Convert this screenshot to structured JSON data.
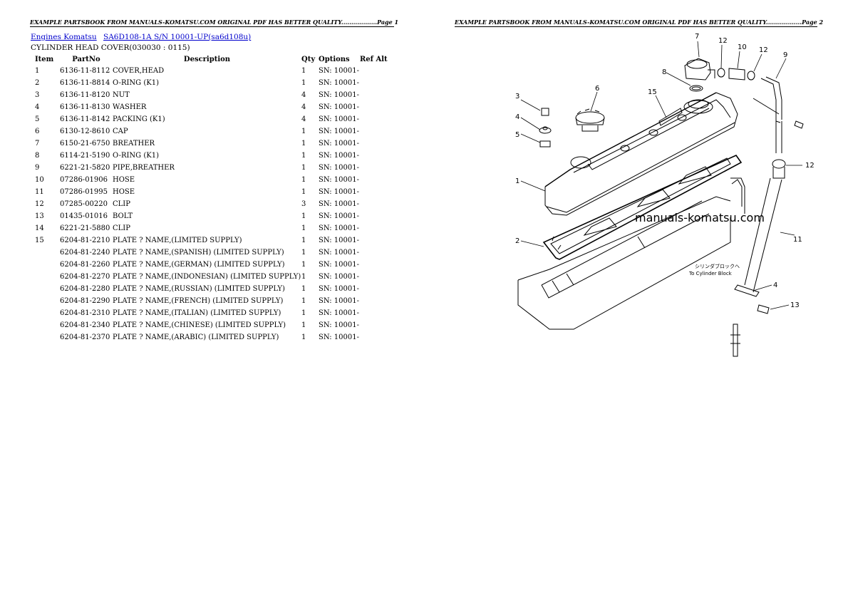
{
  "page1": {
    "header": "EXAMPLE PARTSBOOK FROM MANUALS-KOMATSU.COM ORIGINAL PDF HAS BETTER QUALITY..................Page 1",
    "breadcrumb": [
      {
        "label": "Engines Komatsu"
      },
      {
        "label": "SA6D108-1A S/N 10001-UP(sa6d108u)"
      }
    ],
    "subtitle": "CYLINDER HEAD COVER(030030 : 0115)",
    "table": {
      "headers": [
        "Item",
        "PartNo",
        "Description",
        "Qty",
        "Options",
        "Ref Alt"
      ],
      "rows": [
        {
          "item": "1",
          "part": "6136-11-8112",
          "desc": "COVER,HEAD",
          "qty": "1",
          "opt": "SN: 10001-"
        },
        {
          "item": "2",
          "part": "6136-11-8814",
          "desc": "O-RING (K1)",
          "qty": "1",
          "opt": "SN: 10001-"
        },
        {
          "item": "3",
          "part": "6136-11-8120",
          "desc": "NUT",
          "qty": "4",
          "opt": "SN: 10001-"
        },
        {
          "item": "4",
          "part": "6136-11-8130",
          "desc": "WASHER",
          "qty": "4",
          "opt": "SN: 10001-"
        },
        {
          "item": "5",
          "part": "6136-11-8142",
          "desc": "PACKING (K1)",
          "qty": "4",
          "opt": "SN: 10001-"
        },
        {
          "item": "6",
          "part": "6130-12-8610",
          "desc": "CAP",
          "qty": "1",
          "opt": "SN: 10001-"
        },
        {
          "item": "7",
          "part": "6150-21-6750",
          "desc": "BREATHER",
          "qty": "1",
          "opt": "SN: 10001-"
        },
        {
          "item": "8",
          "part": "6114-21-5190",
          "desc": "O-RING (K1)",
          "qty": "1",
          "opt": "SN: 10001-"
        },
        {
          "item": "9",
          "part": "6221-21-5820",
          "desc": "PIPE,BREATHER",
          "qty": "1",
          "opt": "SN: 10001-"
        },
        {
          "item": "10",
          "part": "07286-01906",
          "desc": "HOSE",
          "qty": "1",
          "opt": "SN: 10001-"
        },
        {
          "item": "11",
          "part": "07286-01995",
          "desc": "HOSE",
          "qty": "1",
          "opt": "SN: 10001-"
        },
        {
          "item": "12",
          "part": "07285-00220",
          "desc": "CLIP",
          "qty": "3",
          "opt": "SN: 10001-"
        },
        {
          "item": "13",
          "part": "01435-01016",
          "desc": "BOLT",
          "qty": "1",
          "opt": "SN: 10001-"
        },
        {
          "item": "14",
          "part": "6221-21-5880",
          "desc": "CLIP",
          "qty": "1",
          "opt": "SN: 10001-"
        },
        {
          "item": "15",
          "part": "6204-81-2210",
          "desc": "PLATE ? NAME,(LIMITED SUPPLY)",
          "qty": "1",
          "opt": "SN: 10001-"
        },
        {
          "item": "",
          "part": "6204-81-2240",
          "desc": "PLATE ? NAME,(SPANISH) (LIMITED SUPPLY)",
          "qty": "1",
          "opt": "SN: 10001-"
        },
        {
          "item": "",
          "part": "6204-81-2260",
          "desc": "PLATE ? NAME,(GERMAN) (LIMITED SUPPLY)",
          "qty": "1",
          "opt": "SN: 10001-"
        },
        {
          "item": "",
          "part": "6204-81-2270",
          "desc": "PLATE ? NAME,(INDONESIAN) (LIMITED SUPPLY)",
          "qty": "1",
          "opt": "SN: 10001-"
        },
        {
          "item": "",
          "part": "6204-81-2280",
          "desc": "PLATE ? NAME,(RUSSIAN) (LIMITED SUPPLY)",
          "qty": "1",
          "opt": "SN: 10001-"
        },
        {
          "item": "",
          "part": "6204-81-2290",
          "desc": "PLATE ? NAME,(FRENCH) (LIMITED SUPPLY)",
          "qty": "1",
          "opt": "SN: 10001-"
        },
        {
          "item": "",
          "part": "6204-81-2310",
          "desc": "PLATE ? NAME,(ITALIAN) (LIMITED SUPPLY)",
          "qty": "1",
          "opt": "SN: 10001-"
        },
        {
          "item": "",
          "part": "6204-81-2340",
          "desc": "PLATE ? NAME,(CHINESE) (LIMITED SUPPLY)",
          "qty": "1",
          "opt": "SN: 10001-"
        },
        {
          "item": "",
          "part": "6204-81-2370",
          "desc": "PLATE ? NAME,(ARABIC) (LIMITED SUPPLY)",
          "qty": "1",
          "opt": "SN: 10001-"
        }
      ]
    }
  },
  "page2": {
    "header": "EXAMPLE PARTSBOOK FROM MANUALS-KOMATSU.COM ORIGINAL PDF HAS BETTER QUALITY..................Page 2",
    "diagram": {
      "watermark": "manuals-komatsu.com",
      "callouts": {
        "c1": "1",
        "c2": "2",
        "c3": "3",
        "c4": "4",
        "c4b": "4",
        "c5": "5",
        "c6": "6",
        "c7": "7",
        "c8": "8",
        "c9": "9",
        "c10": "10",
        "c11": "11",
        "c12a": "12",
        "c12b": "12",
        "c12c": "12",
        "c13": "13",
        "c15": "15"
      },
      "note_jp": "シリンダブロックへ",
      "note_en": "To Cylinder Block"
    }
  }
}
